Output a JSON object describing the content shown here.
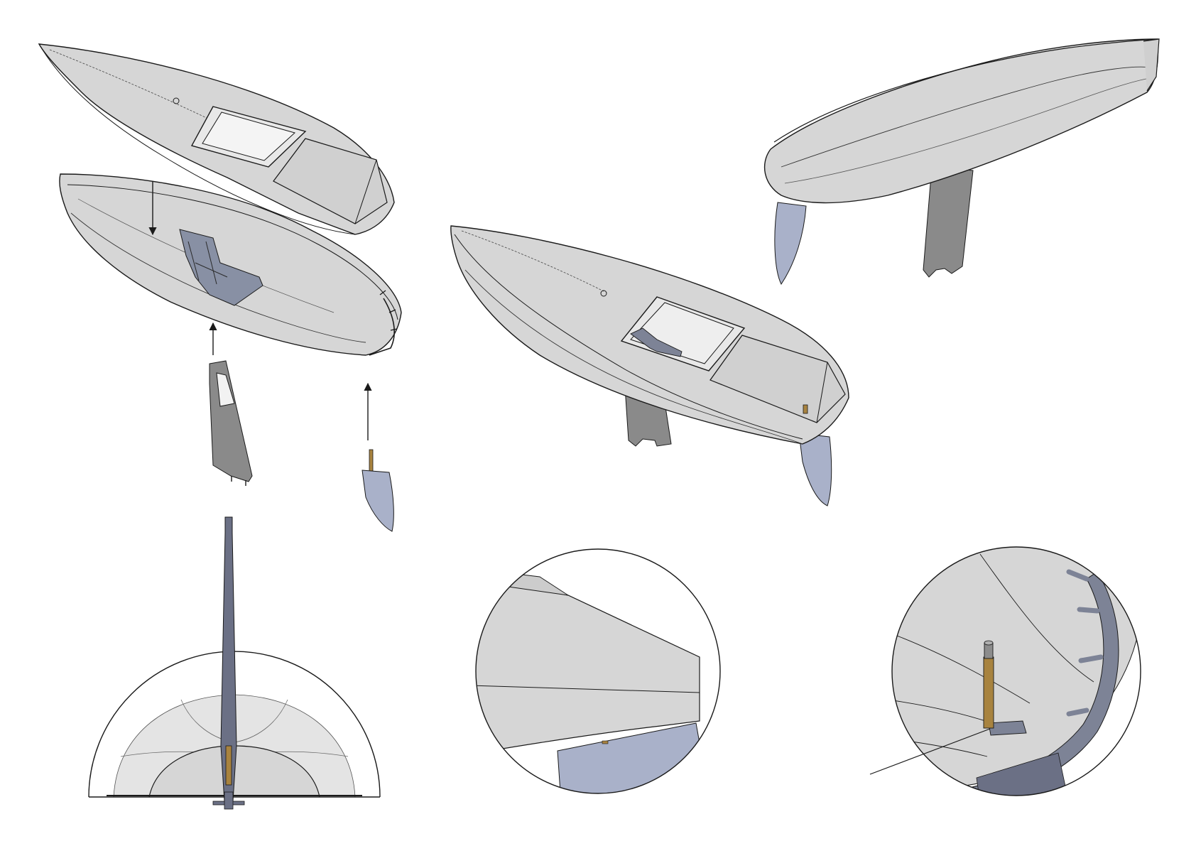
{
  "colors": {
    "hull": "#d6d6d6",
    "hull_light": "#e4e4e4",
    "line": "#1a1a1a",
    "fin": "#8a8a8a",
    "fin_dark": "#707070",
    "rudder": "#a9b1c9",
    "frame": "#7d8396",
    "brass": "#a8833f",
    "mast": "#6b7085"
  },
  "figures": [
    {
      "name": "exploded-assembly",
      "parts": [
        "deck",
        "hull",
        "mast-frame",
        "keel-fin",
        "rudder"
      ]
    },
    {
      "name": "assembled-boat-top-view"
    },
    {
      "name": "assembled-boat-bottom-view"
    },
    {
      "name": "mast-bow-front-view"
    },
    {
      "name": "detail-keel-joint"
    },
    {
      "name": "detail-rudder-tube"
    }
  ]
}
